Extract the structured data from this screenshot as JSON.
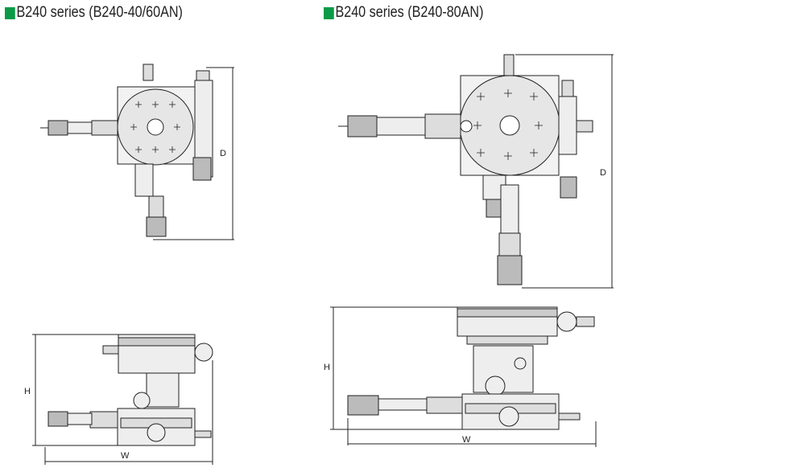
{
  "headings": [
    {
      "label": "B240 series (B240-40/60AN)"
    },
    {
      "label": "B240 series (B240-80AN)"
    }
  ],
  "colors": {
    "accent": "#0a9a48"
  },
  "dimension_labels": {
    "depth": "D",
    "height": "H",
    "width": "W"
  }
}
